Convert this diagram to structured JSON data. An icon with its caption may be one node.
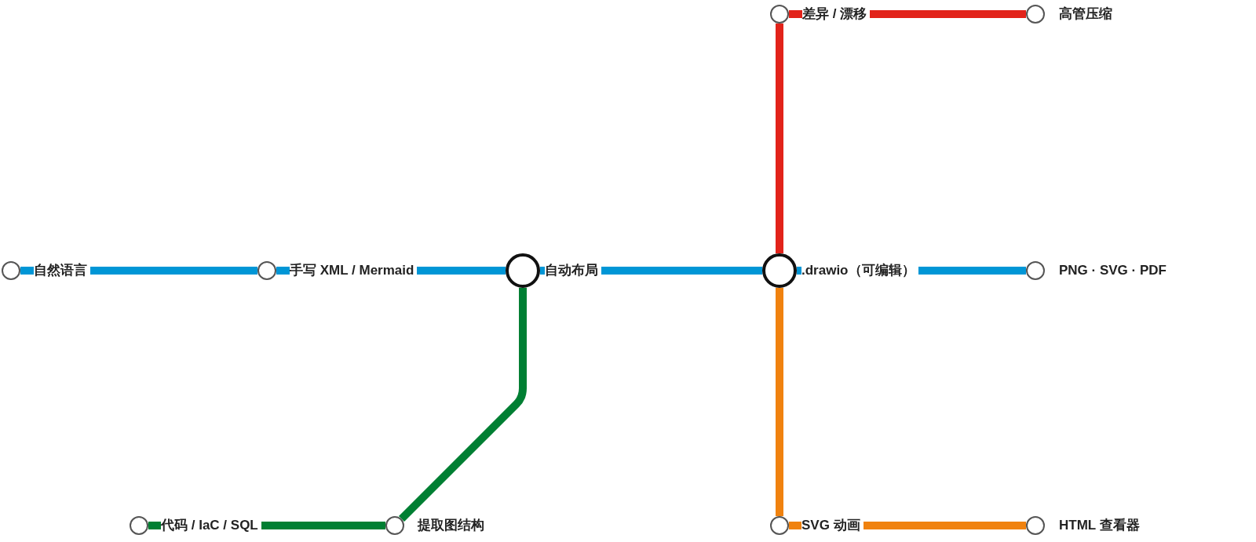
{
  "diagram": {
    "nodes": [
      {
        "text": [],
        "shape": "circle",
        "beside": [
          "差异 / 漂移"
        ]
      },
      {
        "text": [],
        "shape": "circle",
        "beside": [
          "高管压缩"
        ]
      },
      {
        "text": [],
        "shape": "circle",
        "beside": [
          "自然语言"
        ]
      },
      {
        "text": [],
        "shape": "circle",
        "beside": [
          "手写 XML / Mermaid"
        ]
      },
      {
        "text": [],
        "shape": "circle",
        "beside": [
          "自动布局"
        ]
      },
      {
        "text": [],
        "shape": "circle",
        "beside": [
          ".drawio（可编辑）"
        ]
      },
      {
        "text": [],
        "shape": "circle",
        "beside": [
          "PNG · SVG · PDF"
        ]
      },
      {
        "text": [],
        "shape": "circle",
        "beside": [
          "代码 / IaC / SQL"
        ]
      },
      {
        "text": [],
        "shape": "circle",
        "beside": [
          "提取图结构"
        ]
      },
      {
        "text": [],
        "shape": "circle",
        "beside": [
          "SVG 动画"
        ]
      },
      {
        "text": [],
        "shape": "circle",
        "beside": [
          "HTML 查看器"
        ]
      }
    ],
    "edges": [
      {
        "from": 2,
        "to": 3,
        "arrow": "none"
      },
      {
        "from": 3,
        "to": 4,
        "arrow": "none"
      },
      {
        "from": 4,
        "to": 5,
        "arrow": "none"
      },
      {
        "from": 5,
        "to": 6,
        "arrow": "none"
      },
      {
        "from": 7,
        "to": 8,
        "arrow": "none",
        "color": "#007f33"
      },
      {
        "from": 8,
        "to": 4,
        "arrow": "none",
        "color": "#007f33"
      },
      {
        "from": 5,
        "to": 0,
        "arrow": "none",
        "color": "#e2231a"
      },
      {
        "from": 0,
        "to": 1,
        "arrow": "none",
        "color": "#e2231a"
      },
      {
        "from": 5,
        "to": 9,
        "arrow": "none",
        "color": "#f0820f"
      },
      {
        "from": 9,
        "to": 10,
        "arrow": "none",
        "color": "#f0820f"
      }
    ]
  }
}
